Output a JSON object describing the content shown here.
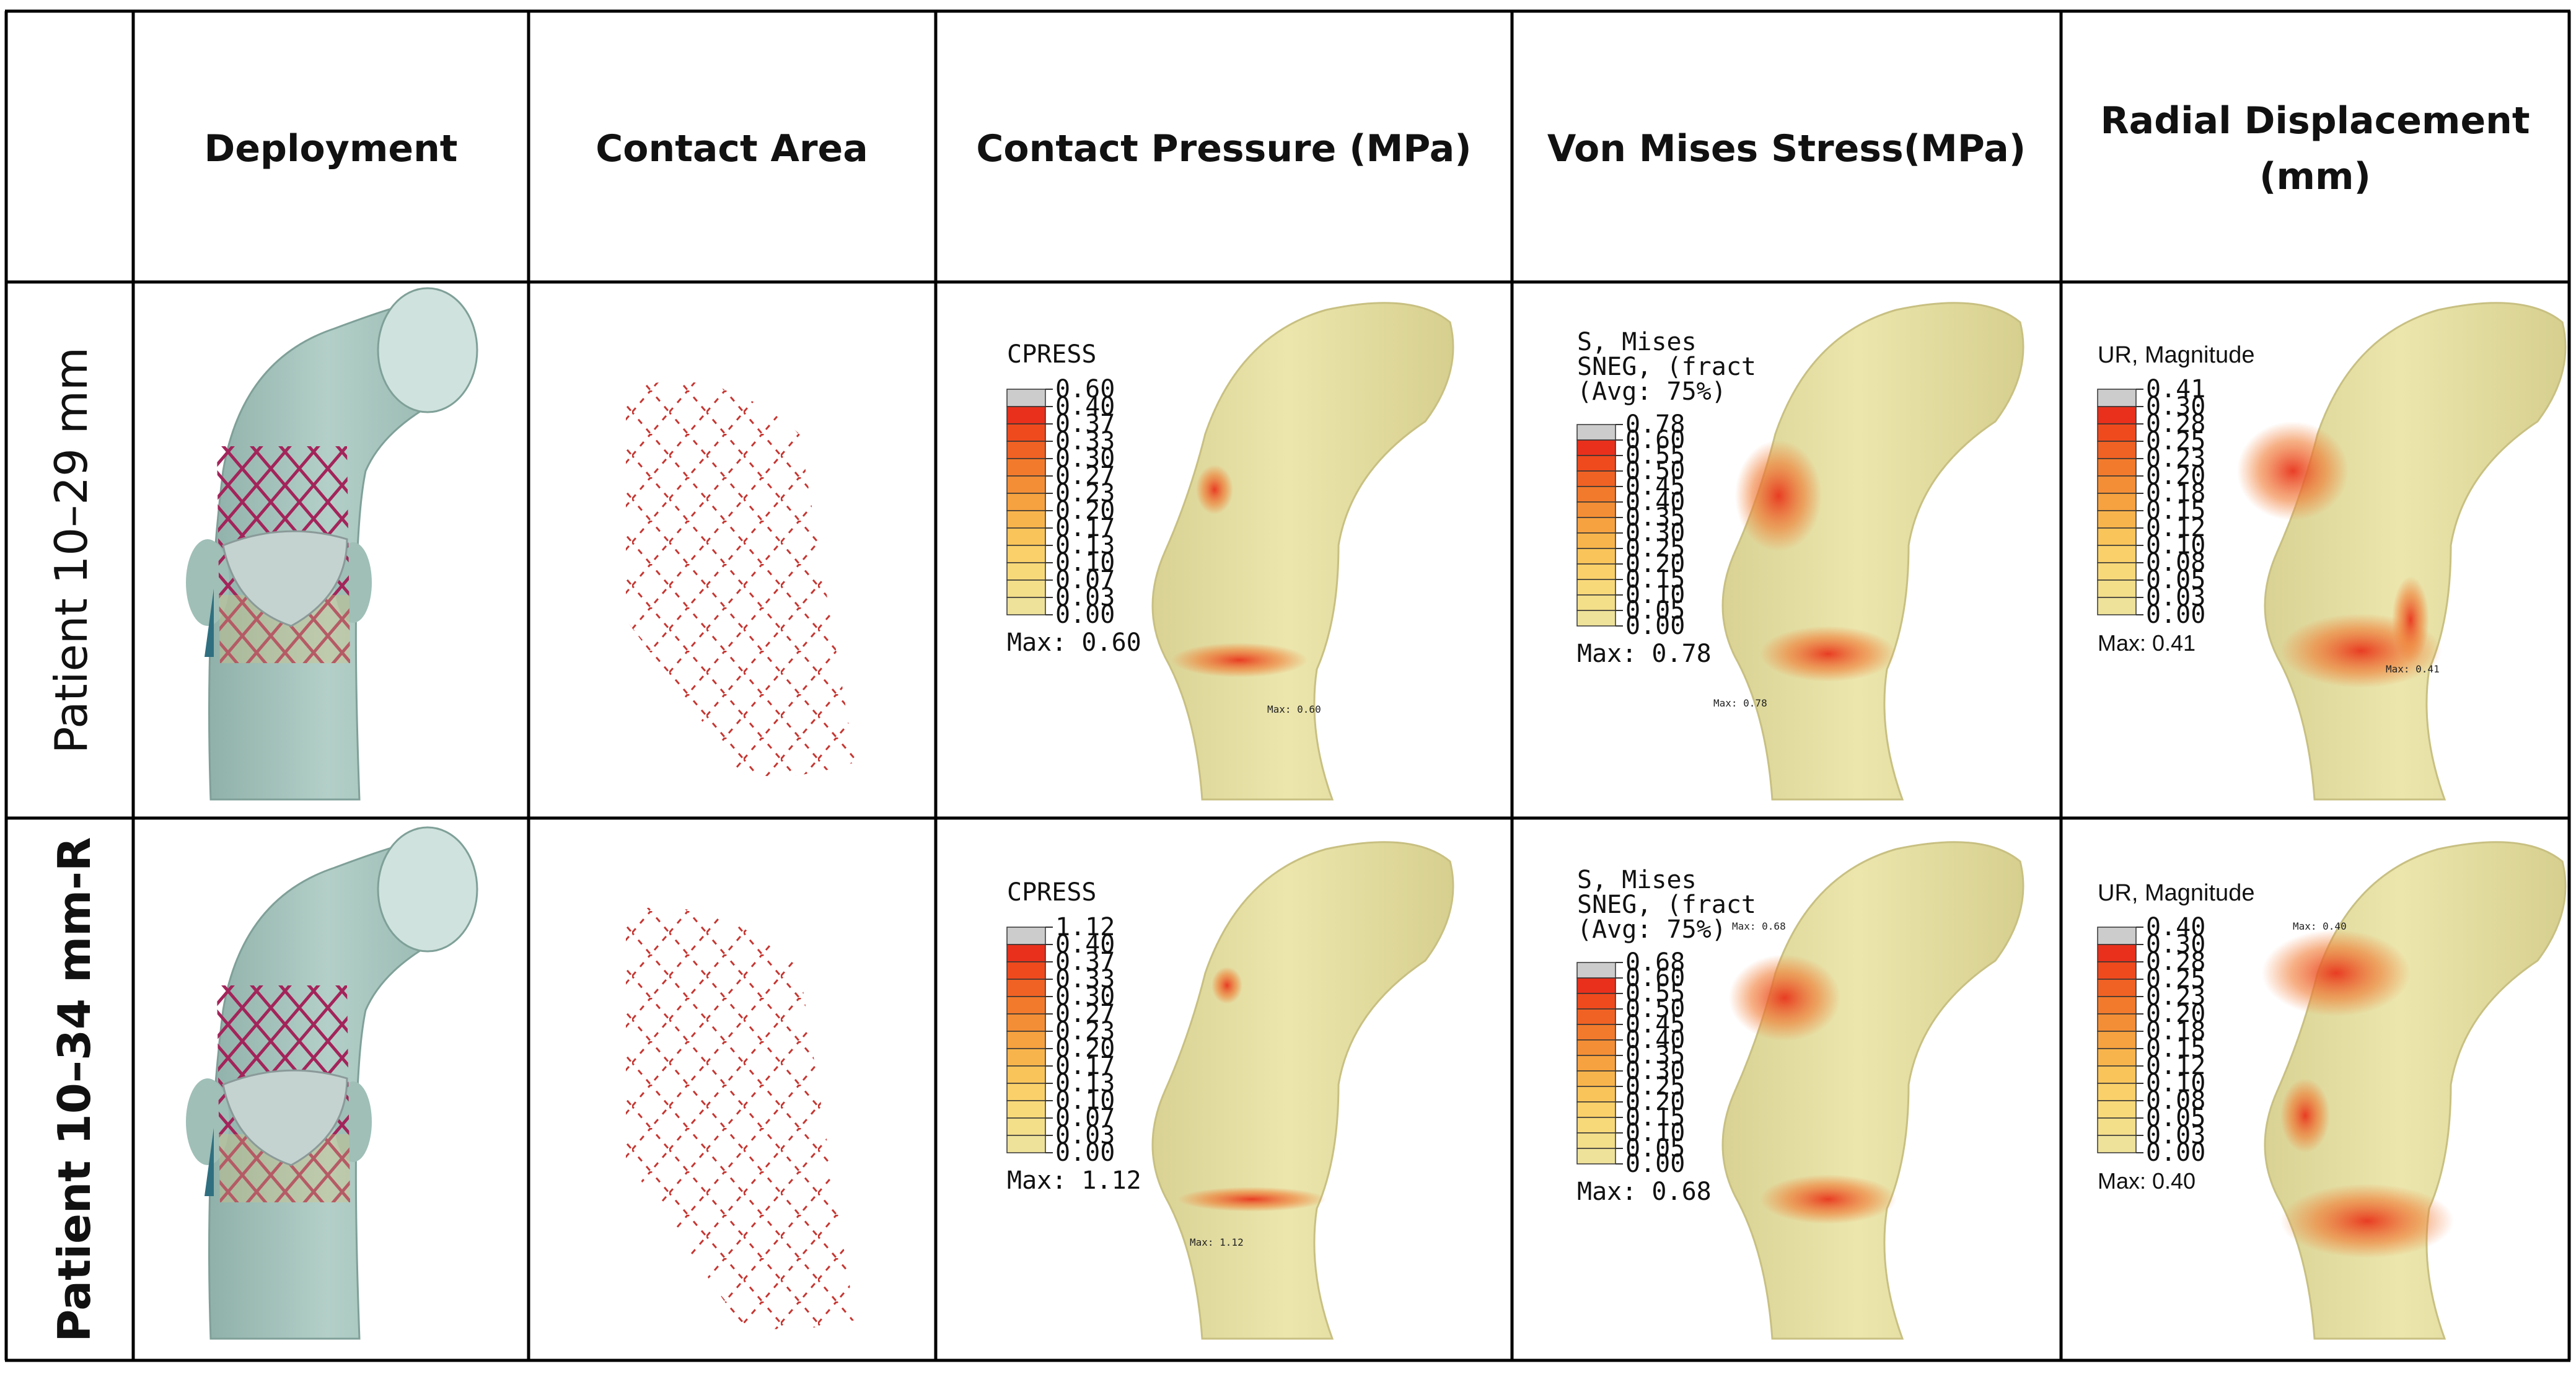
{
  "headers": {
    "corner": "",
    "deployment": "Deployment",
    "contact_area": "Contact Area",
    "contact_pressure": "Contact Pressure (MPa)",
    "von_mises": "Von Mises Stress(MPa)",
    "radial_line1": "Radial Displacement",
    "radial_line2": "(mm)"
  },
  "rows": [
    {
      "label": "Patient 10–29 mm",
      "cpress": {
        "title": [
          "CPRESS"
        ],
        "ticks": [
          "0.60",
          "0.40",
          "0.37",
          "0.33",
          "0.30",
          "0.27",
          "0.23",
          "0.20",
          "0.17",
          "0.13",
          "0.10",
          "0.07",
          "0.03",
          "0.00"
        ],
        "max_label": "Max: 0.60",
        "annotation": "Max: 0.60"
      },
      "mises": {
        "title": [
          "S, Mises",
          "SNEG, (fract",
          "(Avg: 75%)"
        ],
        "ticks": [
          "0.78",
          "0.60",
          "0.55",
          "0.50",
          "0.45",
          "0.40",
          "0.35",
          "0.30",
          "0.25",
          "0.20",
          "0.15",
          "0.10",
          "0.05",
          "0.00"
        ],
        "max_label": "Max: 0.78",
        "annotation": "Max: 0.78"
      },
      "radial": {
        "title": [
          "UR, Magnitude"
        ],
        "ticks": [
          "0.41",
          "0.30",
          "0.28",
          "0.25",
          "0.23",
          "0.20",
          "0.18",
          "0.15",
          "0.12",
          "0.10",
          "0.08",
          "0.05",
          "0.03",
          "0.00"
        ],
        "max_label": "Max: 0.41",
        "annotation": "Max: 0.41"
      }
    },
    {
      "label": "Patient 10–34 mm-R",
      "cpress": {
        "title": [
          "CPRESS"
        ],
        "ticks": [
          "1.12",
          "0.40",
          "0.37",
          "0.33",
          "0.30",
          "0.27",
          "0.23",
          "0.20",
          "0.17",
          "0.13",
          "0.10",
          "0.07",
          "0.03",
          "0.00"
        ],
        "max_label": "Max: 1.12",
        "annotation": "Max: 1.12"
      },
      "mises": {
        "title": [
          "S, Mises",
          "SNEG, (fract",
          "(Avg: 75%)"
        ],
        "ticks": [
          "0.68",
          "0.60",
          "0.55",
          "0.50",
          "0.45",
          "0.40",
          "0.35",
          "0.30",
          "0.25",
          "0.20",
          "0.15",
          "0.10",
          "0.05",
          "0.00"
        ],
        "max_label": "Max: 0.68",
        "annotation": "Max: 0.68"
      },
      "radial": {
        "title": [
          "UR, Magnitude"
        ],
        "ticks": [
          "0.40",
          "0.30",
          "0.28",
          "0.25",
          "0.23",
          "0.20",
          "0.18",
          "0.15",
          "0.12",
          "0.10",
          "0.08",
          "0.05",
          "0.03",
          "0.00"
        ],
        "max_label": "Max: 0.40",
        "annotation": "Max: 0.40"
      }
    }
  ],
  "colors": {
    "vessel_model": "#a9c6bf",
    "stent_wire": "#a3245a",
    "contact_dots": "#c0201a",
    "contour_base": "#e3dda0",
    "contour_hot": "#e8341c",
    "legend_over": "#c8c8c8"
  },
  "legend_colors": [
    "#cccccc",
    "#e8301c",
    "#ee4a1e",
    "#f06224",
    "#f27a2c",
    "#f48e36",
    "#f6a240",
    "#f8b44c",
    "#f9c45a",
    "#f9d06a",
    "#f8d97a",
    "#f3de8a",
    "#eee29a"
  ],
  "icons": {
    "deployment": "stent-deployment-model",
    "contact": "contact-area-map",
    "contour": "vessel-contour-plot"
  }
}
